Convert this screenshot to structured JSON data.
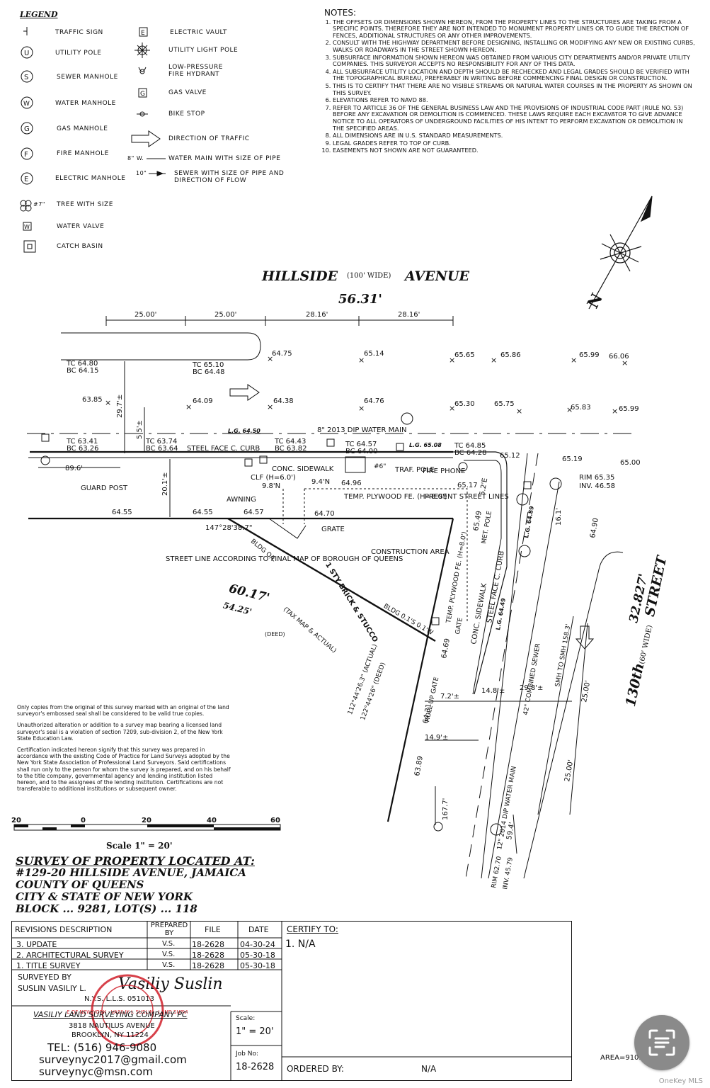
{
  "legend": {
    "title": "LEGEND",
    "items": [
      {
        "label": "TRAFFIC SIGN"
      },
      {
        "label": "UTILITY POLE"
      },
      {
        "label": "SEWER MANHOLE"
      },
      {
        "label": "WATER MANHOLE"
      },
      {
        "label": "GAS MANHOLE"
      },
      {
        "label": "FIRE MANHOLE"
      },
      {
        "label": "ELECTRIC MANHOLE"
      },
      {
        "label": "TREE WITH SIZE",
        "prefix": "#7\""
      },
      {
        "label": "WATER VALVE"
      },
      {
        "label": "CATCH BASIN"
      },
      {
        "label": "ELECTRIC VAULT"
      },
      {
        "label": "UTILITY LIGHT POLE"
      },
      {
        "label": "LOW-PRESSURE FIRE HYDRANT"
      },
      {
        "label": "GAS VALVE"
      },
      {
        "label": "BIKE STOP"
      },
      {
        "label": "DIRECTION OF TRAFFIC"
      },
      {
        "label": "WATER MAIN WITH SIZE OF PIPE",
        "prefix": "8\" W."
      },
      {
        "label": "SEWER WITH SIZE OF PIPE AND DIRECTION OF FLOW",
        "prefix": "10\""
      }
    ]
  },
  "notes": {
    "heading": "NOTES:",
    "items": [
      "THE OFFSETS OR DIMENSIONS SHOWN HEREON, FROM THE PROPERTY LINES TO THE STRUCTURES ARE TAKING FROM A SPECIFIC POINTS. THEREFORE THEY ARE NOT INTENDED TO MONUMENT PROPERTY LINES OR TO GUIDE THE ERECTION OF FENCES, ADDITIONAL STRUCTURES OR ANY OTHER IMPROVEMENTS.",
      "CONSULT WITH THE HIGHWAY DEPARTMENT BEFORE DESIGNING, INSTALLING OR MODIFYING ANY NEW OR EXISTING CURBS, WALKS OR ROADWAYS IN THE STREET SHOWN HEREON.",
      "SUBSURFACE INFORMATION SHOWN HEREON WAS OBTAINED FROM VARIOUS CITY DEPARTMENTS AND/OR PRIVATE UTILITY COMPANIES. THIS SURVEYOR ACCEPTS NO RESPONSIBILITY FOR ANY OF THIS DATA.",
      "ALL SUBSURFACE UTILITY LOCATION AND DEPTH SHOULD BE RECHECKED AND LEGAL GRADES SHOULD BE VERIFIED WITH THE TOPOGRAPHICAL BUREAU, PREFERABLY IN WRITING BEFORE COMMENCING FINAL DESIGN OR CONSTRUCTION.",
      "THIS IS TO CERTIFY THAT THERE ARE NO VISIBLE STREAMS OR NATURAL WATER COURSES IN THE PROPERTY AS SHOWN ON THIS SURVEY.",
      "ELEVATIONS REFER TO NAVD 88.",
      "REFER TO ARTICLE 36 OF THE GENERAL BUSINESS LAW AND THE PROVISIONS OF INDUSTRIAL CODE PART (RULE NO. 53) BEFORE ANY EXCAVATION OR DEMOLITION IS COMMENCED. THESE LAWS REQUIRE EACH EXCAVATOR TO GIVE ADVANCE NOTICE TO ALL OPERATORS OF UNDERGROUND FACILITIES OF HIS INTENT TO PERFORM EXCAVATION OR DEMOLITION IN THE SPECIFIED AREAS.",
      "ALL DIMENSIONS ARE IN U.S. STANDARD MEASUREMENTS.",
      "LEGAL GRADES REFER TO TOP OF CURB.",
      "EASEMENTS NOT SHOWN ARE NOT GUARANTEED."
    ]
  },
  "map": {
    "street_hillside": "HILLSIDE",
    "street_hillside_width": "(100' WIDE)",
    "street_hillside_type": "AVENUE",
    "frontage": "56.31'",
    "street_130th": "130th",
    "street_130th_width": "(60' WIDE)",
    "street_130th_type": "STREET",
    "frontage_130th": "32.827'",
    "dims_top": [
      "25.00'",
      "25.00'",
      "28.16'",
      "28.16'"
    ],
    "diag_len": "60.17'",
    "diag_len_deed": "54.25'",
    "diag_note": "(TAX MAP & ACTUAL)",
    "diag_note_deed": "(DEED)",
    "angle_actual": "112°44'26.3\" (ACTUAL)",
    "angle_deed": "122°44'26\" (DEED)",
    "angle_top": "147°28'38.7\"",
    "street_line_note": "STREET LINE ACCORDING TO FINAL MAP OF BOROUGH OF QUEENS",
    "building": "1 STY BRICK & STUCCO",
    "construction": "CONSTRUCTION AREA",
    "present_lines": "PRESENT STREET LINES",
    "water_main": "8\" 2013 DIP WATER MAIN",
    "water_main_2": "12\" 2014 DIP WATER MAIN",
    "sewer": "42\" COMBINED SEWER",
    "steel_curb": "STEEL FACE C. CURB",
    "conc_sidewalk": "CONC. SIDEWALK",
    "guard_post": "GUARD POST",
    "awning": "AWNING",
    "clf": "CLF (H=6.0')",
    "temp_fence": "TEMP. PLYWOOD FE. (H=8.0')",
    "traf_pole": "TRAF. POLE",
    "fire_phone": "FIRE PHONE",
    "grate": "GRATE",
    "gate": "GATE",
    "roll_up_gate": "ROLL UP GATE",
    "met_pole": "MET. POLE",
    "bldg_ol": "BLDG O/L",
    "bldg_offsets": "BLDG 0.1'S 0.1'W",
    "smh": "SMH TO SMH 158.3'",
    "lg1": "L.G. 64.50",
    "lg2": "L.G. 65.08",
    "lg3": "L.G. 64.89",
    "lg4": "L.G. 64.49",
    "rim1": "RIM 65.35",
    "inv1": "INV. 46.58",
    "rim2": "RIM 62.70",
    "inv2": "INV. 45.79",
    "elev_row1": [
      "64.75",
      "65.14",
      "65.65",
      "65.86",
      "65.99",
      "66.06"
    ],
    "elev_row2": [
      "63.85",
      "64.09",
      "64.38",
      "64.76",
      "65.30",
      "65.75",
      "65.83",
      "65.99"
    ],
    "tcbc": [
      "TC 64.80",
      "BC 64.15",
      "TC 65.10",
      "BC 64.48",
      "TC 63.41",
      "BC 63.26",
      "TC 63.74",
      "BC 63.64",
      "TC 64.43",
      "BC 63.82",
      "TC 64.57",
      "BC 64.00",
      "TC 64.85",
      "BC 64.28"
    ],
    "misc_dims": [
      "89.6'",
      "29.7'±",
      "5.5'±",
      "20.1'±",
      "9.8'N",
      "9.4'N",
      "64.96",
      "65.17",
      "5.2'E",
      "16.1'",
      "64.55",
      "64.55",
      "64.57",
      "64.70",
      "65.12",
      "65.19",
      "65.00",
      "64.90",
      "14.8'±",
      "29.8'±",
      "7.2'±",
      "14.9'±",
      "25.00'",
      "25.00'",
      "167.7'",
      "59.4'",
      "63.89",
      "64.31",
      "64.69",
      "65.49"
    ],
    "tree": "#6\""
  },
  "disclaimer": [
    "Only copies from the original of this survey marked with an original of the land surveyor's embossed seal shall be considered to be valid true copies.",
    "Unauthorized alteration or addition to a survey map bearing a licensed land surveyor's seal is a violation of section 7209, sub-division 2, of the New York State Education Law.",
    "Certification indicated hereon signify that this survey was prepared in accordance with the existing Code of Practice for Land Surveys adopted by the New York State Association of Professional Land Surveyors. Said certifications shall run only to the person for whom the survey is prepared, and on his behalf to the title company, governmental agency and lending institution listed hereon, and to the assignees of the lending institution. Certifications are not transferable to additional institutions or subsequent owner."
  ],
  "scale_bar": {
    "ticks": [
      "20",
      "0",
      "20",
      "40",
      "60"
    ],
    "label": "Scale 1\" = 20'"
  },
  "survey": {
    "heading": "SURVEY OF PROPERTY LOCATED AT:",
    "lines": [
      "#129-20 HILLSIDE AVENUE, JAMAICA",
      "COUNTY OF QUEENS",
      "CITY & STATE OF NEW YORK",
      "BLOCK ... 9281, LOT(S) ... 118"
    ]
  },
  "title_block": {
    "col_headers": [
      "REVISIONS DESCRIPTION",
      "PREPARED BY",
      "FILE",
      "DATE"
    ],
    "revisions": [
      {
        "desc": "3. UPDATE",
        "by": "V.S.",
        "file": "18-2628",
        "date": "04-30-24"
      },
      {
        "desc": "2. ARCHITECTURAL SURVEY",
        "by": "V.S.",
        "file": "18-2628",
        "date": "05-30-18"
      },
      {
        "desc": "1. TITLE SURVEY",
        "by": "V.S.",
        "file": "18-2628",
        "date": "05-30-18"
      }
    ],
    "surveyed_by": "SURVEYED BY",
    "surveyor": "SUSLIN VASILIY L.",
    "license": "N.Y.S. L.L.S. 051013",
    "company": "VASILIY LAND SURVEYING COMPANY PC",
    "address1": "3818 NAUTILUS AVENUE",
    "address2": "BROOKLYN, NY 11224",
    "tel": "TEL: (516) 946-9080",
    "email1": "surveynyc2017@gmail.com",
    "email2": "surveynyc@msn.com",
    "scale_label": "Scale:",
    "scale_value": "1\" = 20'",
    "job_label": "Job No:",
    "job_value": "18-2628",
    "certify_to": "CERTIFY TO:",
    "certify_value": "1. N/A",
    "ordered_by": "ORDERED BY:",
    "ordered_value": "N/A",
    "signature": "Vasiliy Suslin",
    "seal_text": "STATE OF NEW YORK · VASILIY I. SUSLIN · LAND SURVEYOR",
    "area": "AREA=910."
  },
  "watermark": "OneKey MLS",
  "colors": {
    "ink": "#111111",
    "seal": "#d0202a",
    "fab": "#8a8a8a"
  }
}
